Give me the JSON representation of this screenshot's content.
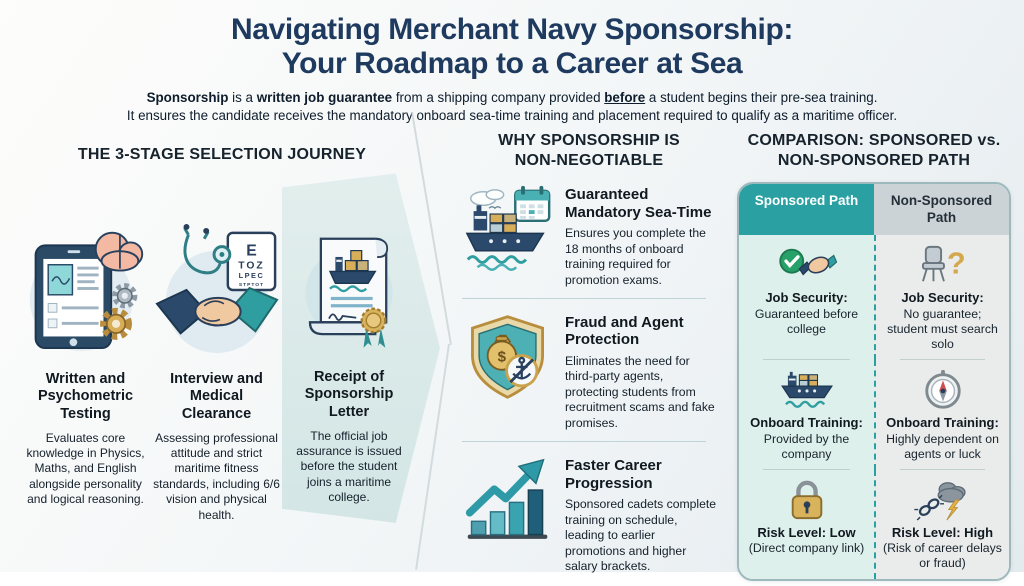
{
  "colors": {
    "accent_teal": "#2aa0a2",
    "title_navy": "#1e3a5f",
    "gold": "#d9b35c",
    "success_green": "#28a06a",
    "sponsored_cell_bg": "#def0eb",
    "non_sponsored_cell_bg": "#e9eceb",
    "non_sponsored_header_bg": "#ccd3d7"
  },
  "header": {
    "title_line1": "Navigating Merchant Navy Sponsorship:",
    "title_line2": "Your Roadmap to a Career at Sea",
    "subtitle": {
      "s1": "Sponsorship",
      "s2": " is a ",
      "s3": "written job guarantee",
      "s4": " from a shipping company provided ",
      "s5": "before",
      "s6": " a student begins their pre-sea training.",
      "line2": "It ensures the candidate receives the mandatory onboard sea-time training and placement required to qualify as a maritime officer."
    }
  },
  "journey": {
    "heading": "THE 3-STAGE SELECTION JOURNEY",
    "eye_chart": {
      "l1": "E",
      "l2": "TOZ",
      "l3": "LPEC",
      "l4": "STPTOT"
    },
    "stages": [
      {
        "title": "Written and Psychometric Testing",
        "description": "Evaluates core knowledge in Physics, Maths, and English alongside personality and logical reasoning."
      },
      {
        "title": "Interview and Medical Clearance",
        "description": "Assessing professional attitude and strict maritime fitness standards, including 6/6 vision and physical health."
      },
      {
        "title": "Receipt of Sponsorship Letter",
        "description": "The official job assurance is issued before the student joins a maritime college."
      }
    ]
  },
  "benefits": {
    "heading_line1": "WHY SPONSORSHIP IS",
    "heading_line2": "NON-NEGOTIABLE",
    "items": [
      {
        "title_line1": "Guaranteed",
        "title_line2": "Mandatory Sea-Time",
        "description": "Ensures you complete the 18 months of onboard training required for promotion exams."
      },
      {
        "title_line1": "Fraud and Agent",
        "title_line2": "Protection",
        "description": "Eliminates the need for third-party agents, protecting students from recruitment scams and fake promises."
      },
      {
        "title_line1": "Faster Career",
        "title_line2": "Progression",
        "description": "Sponsored cadets complete training on schedule, leading to earlier promotions and higher salary brackets."
      }
    ]
  },
  "comparison": {
    "heading_line1": "COMPARISON: SPONSORED vs.",
    "heading_line2": "NON-SPONSORED PATH",
    "col_sponsored": "Sponsored Path",
    "col_non_sponsored": "Non-Sponsored Path",
    "rows": [
      {
        "sponsored": {
          "label": "Job Security:",
          "text": "Guaranteed before college"
        },
        "non_sponsored": {
          "label": "Job Security:",
          "text": "No guarantee; student must search solo"
        }
      },
      {
        "sponsored": {
          "label": "Onboard Training:",
          "text": "Provided by the company"
        },
        "non_sponsored": {
          "label": "Onboard Training:",
          "text": "Highly dependent on agents or luck"
        }
      },
      {
        "sponsored": {
          "label": "Risk Level: Low",
          "text": "(Direct company link)"
        },
        "non_sponsored": {
          "label": "Risk Level: High",
          "text": "(Risk of career delays or fraud)"
        }
      }
    ]
  },
  "glyphs": {
    "dollar": "$",
    "question": "?"
  }
}
